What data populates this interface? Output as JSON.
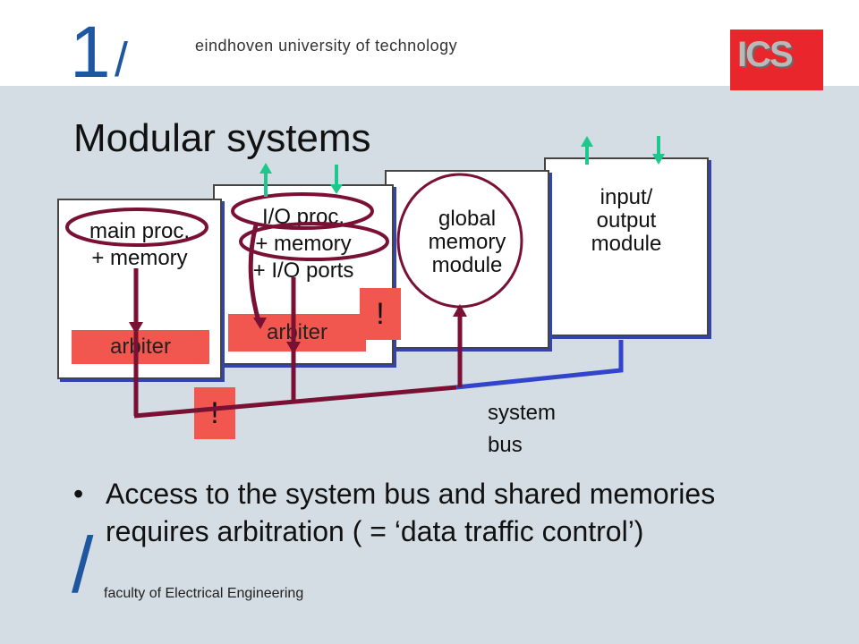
{
  "header": {
    "logo_one": "1",
    "logo_slash": "/",
    "university": "eindhoven university of technology",
    "badge": "ICS"
  },
  "title": "Modular systems",
  "modules": {
    "main_proc": "main proc.\n+ memory",
    "io_proc": "I/O proc.\n+ memory\n+ I/O ports",
    "global_memory": "global\nmemory\nmodule",
    "io_module": "input/\noutput\nmodule"
  },
  "arbiter_label": "arbiter",
  "alert_mark": "!",
  "bus_label": "system\nbus",
  "bullet": {
    "marker": "•",
    "text": "Access to the system bus and shared memories requires arbitration ( = ‘data traffic control’)"
  },
  "footer": {
    "slash": "/",
    "faculty": "faculty of Electrical Engineering"
  },
  "colors": {
    "brand_blue": "#1f56a0",
    "arbiter_red": "#f2574f",
    "bus_blue": "#3344cc",
    "bus_maroon": "#7a1034",
    "signal_green": "#1ec88c"
  }
}
